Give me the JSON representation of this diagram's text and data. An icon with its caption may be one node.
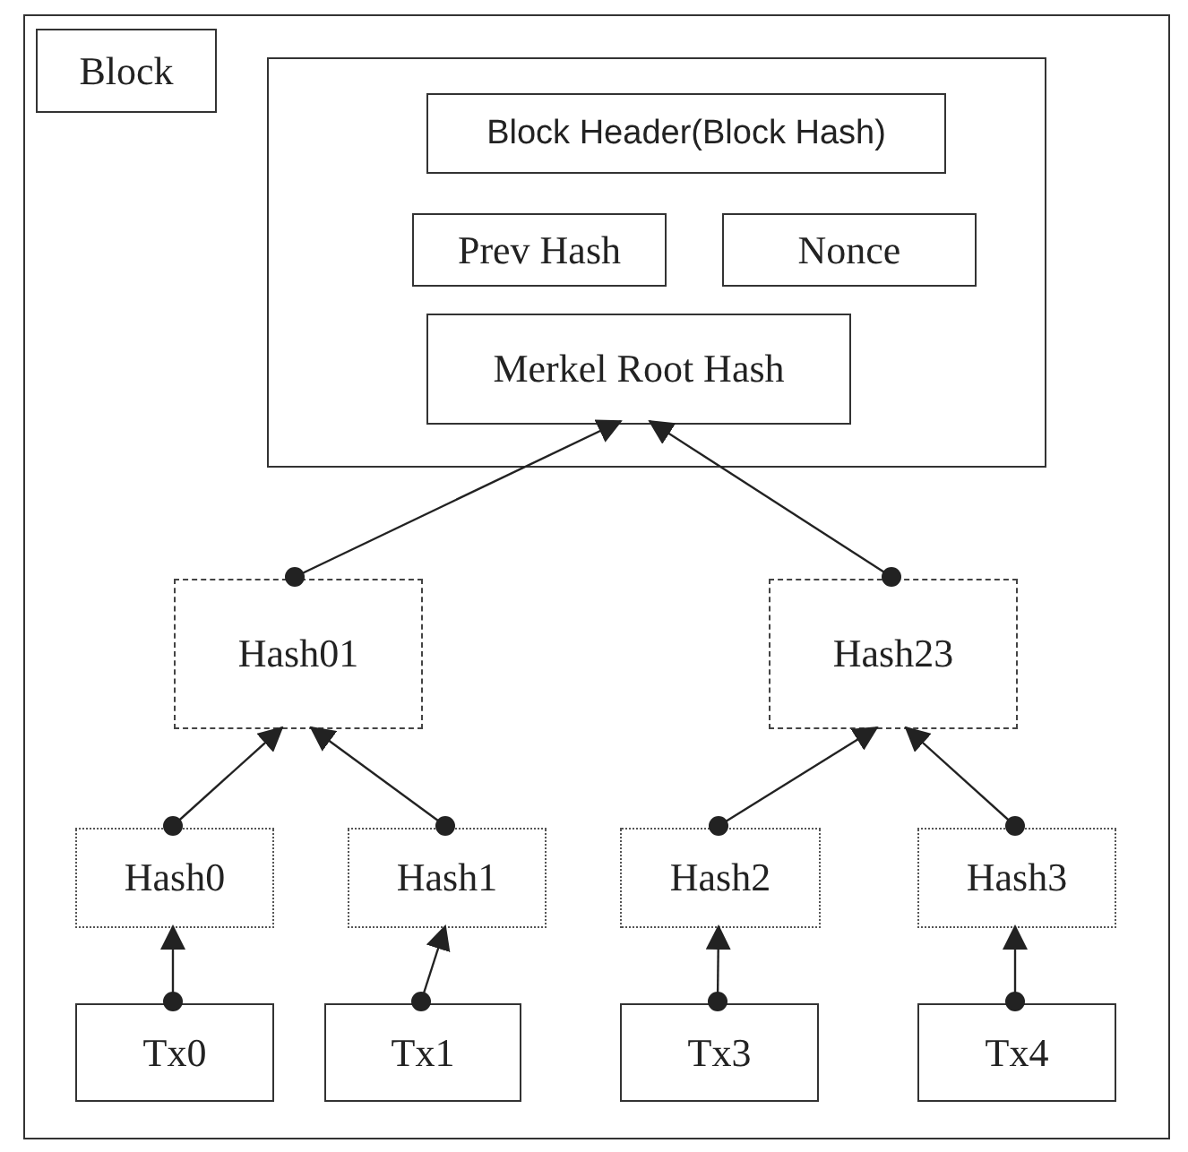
{
  "diagram": {
    "nodes": [
      {
        "text": [],
        "shape": "box"
      },
      {
        "text": [
          "Block"
        ],
        "in": 0
      },
      {
        "text": [],
        "shape": "box",
        "in": 0
      },
      {
        "text": [
          "Block Header(Block Hash)"
        ],
        "in": 2
      },
      {
        "text": [
          "Prev Hash"
        ],
        "in": 2
      },
      {
        "text": [
          "Nonce"
        ],
        "in": 2
      },
      {
        "text": [
          "Merkel Root Hash"
        ],
        "in": 2
      },
      {
        "text": [
          "Hash01"
        ],
        "in": 0
      },
      {
        "text": [
          "Hash23"
        ],
        "in": 0
      },
      {
        "text": [
          "Hash0"
        ],
        "in": 0
      },
      {
        "text": [
          "Hash1"
        ],
        "in": 0
      },
      {
        "text": [
          "Hash2"
        ],
        "in": 0
      },
      {
        "text": [
          "Hash3"
        ],
        "in": 0
      },
      {
        "text": [
          "Tx0"
        ],
        "in": 0
      },
      {
        "text": [
          "Tx1"
        ],
        "in": 0
      },
      {
        "text": [
          "Tx3"
        ],
        "in": 0
      },
      {
        "text": [
          "Tx4"
        ],
        "in": 0
      }
    ],
    "edges": [
      {
        "from": 7,
        "to": 6,
        "arrow": "to"
      },
      {
        "from": 8,
        "to": 6,
        "arrow": "to"
      },
      {
        "from": 9,
        "to": 7,
        "arrow": "to"
      },
      {
        "from": 10,
        "to": 7,
        "arrow": "to"
      },
      {
        "from": 11,
        "to": 8,
        "arrow": "to"
      },
      {
        "from": 12,
        "to": 8,
        "arrow": "to"
      },
      {
        "from": 13,
        "to": 9,
        "arrow": "to"
      },
      {
        "from": 14,
        "to": 10,
        "arrow": "to"
      },
      {
        "from": 15,
        "to": 11,
        "arrow": "to"
      },
      {
        "from": 16,
        "to": 12,
        "arrow": "to"
      }
    ]
  }
}
